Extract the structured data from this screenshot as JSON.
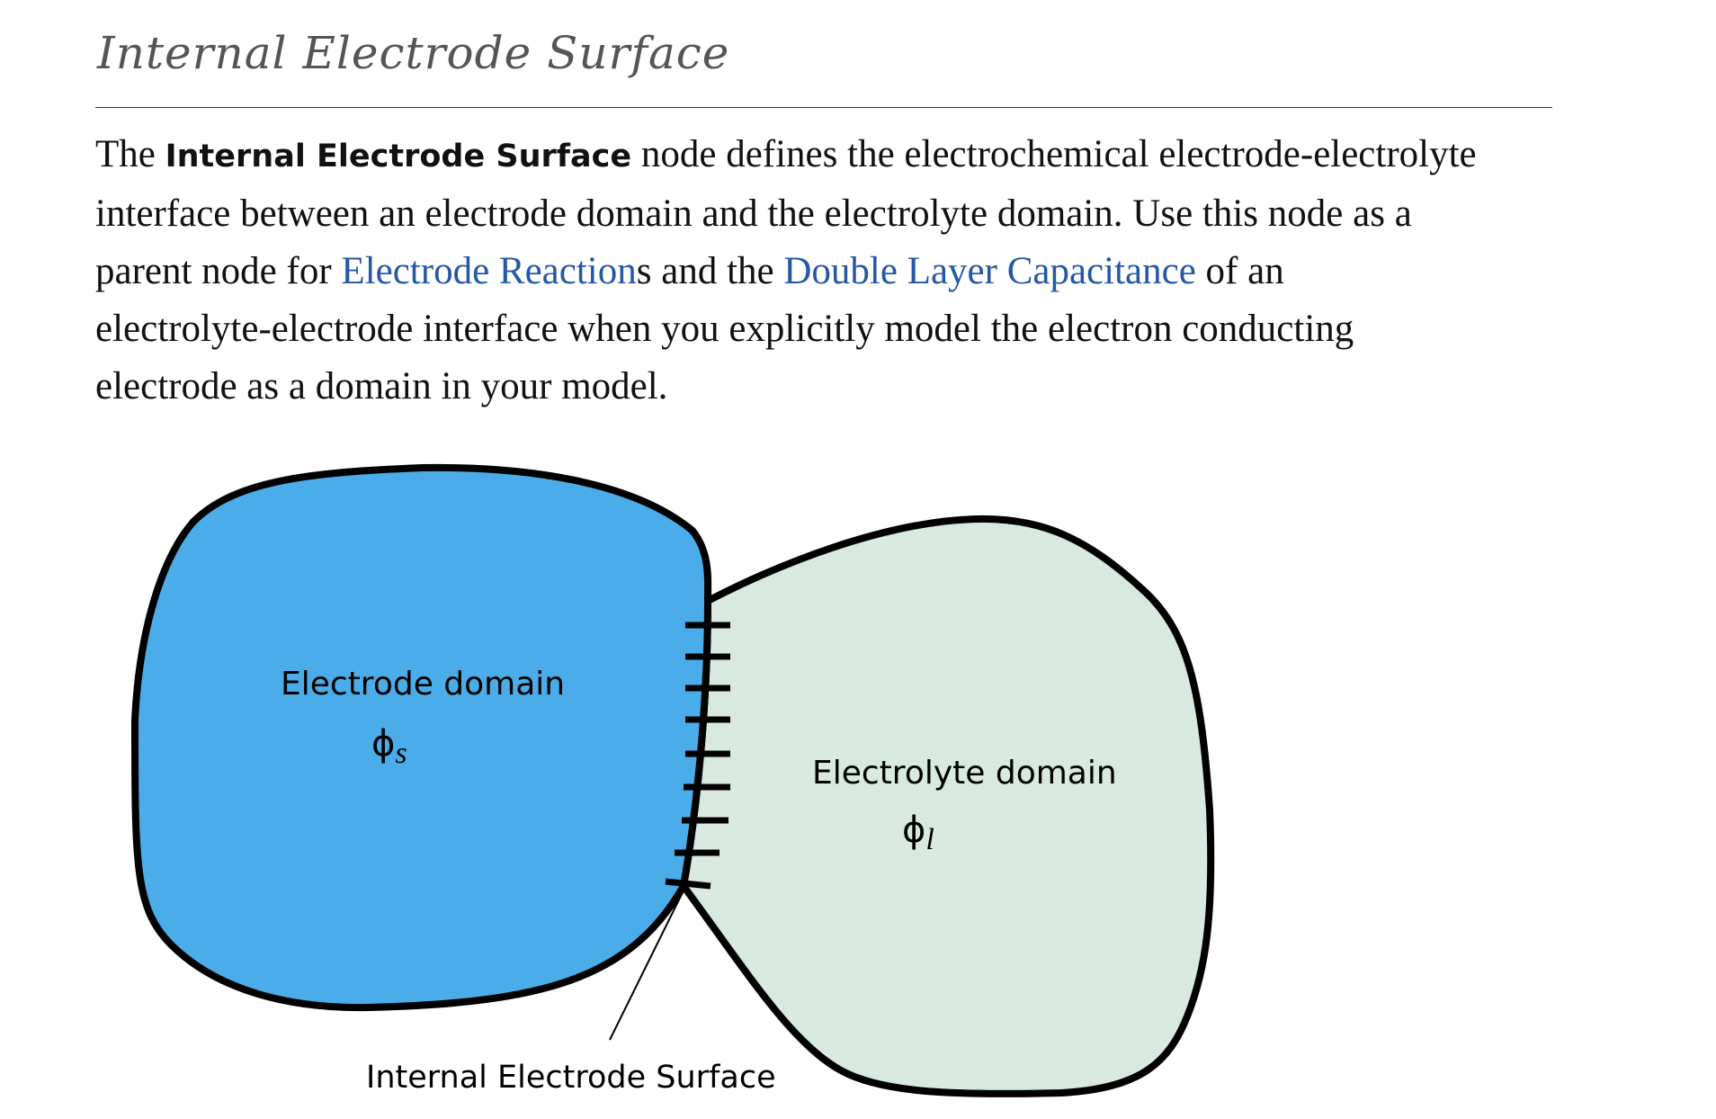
{
  "heading": {
    "title": "Internal Electrode Surface"
  },
  "paragraph": {
    "line1": {
      "pre": "The ",
      "term": "Internal Electrode Surface",
      "post": " node defines the electrochemical electrode-electrolyte"
    },
    "line2": "interface between an electrode domain and the electrolyte domain. Use this node as a",
    "line3": {
      "pre": "parent node for ",
      "link1": "Electrode Reaction",
      "mid": "s and the ",
      "link2": "Double Layer Capacitance",
      "post": " of an"
    },
    "line4": "electrolyte-electrode interface when you explicitly model the electron conducting",
    "line5": "electrode as a domain in your model."
  },
  "diagram": {
    "electrode_label": "Electrode domain",
    "electrode_symbol": "ϕ",
    "electrode_subscript": "s",
    "electrolyte_label": "Electrolyte domain",
    "electrolyte_symbol": "ϕ",
    "electrolyte_subscript": "l",
    "surface_label": "Internal Electrode Surface",
    "colors": {
      "electrode_fill": "#4aace8",
      "electrolyte_fill": "#d8eadf",
      "outline": "#000000",
      "link": "#2457a6"
    }
  }
}
